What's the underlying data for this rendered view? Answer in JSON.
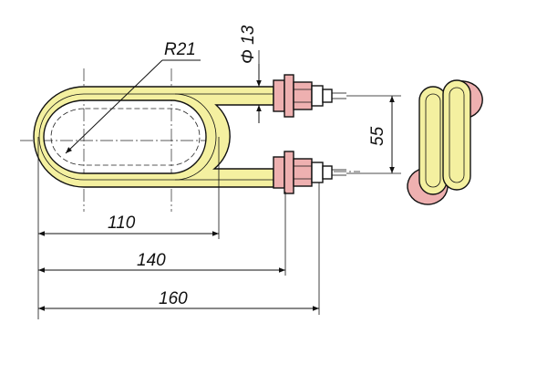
{
  "colors": {
    "tube_fill": "#f4f0a0",
    "nut_fill": "#eeb0b0",
    "line": "#111111",
    "background": "#ffffff"
  },
  "dimensions": {
    "radius_label": "R21",
    "diameter_label": "Φ 13",
    "height_label": "55",
    "length_110": "110",
    "length_140": "140",
    "length_160": "160"
  }
}
